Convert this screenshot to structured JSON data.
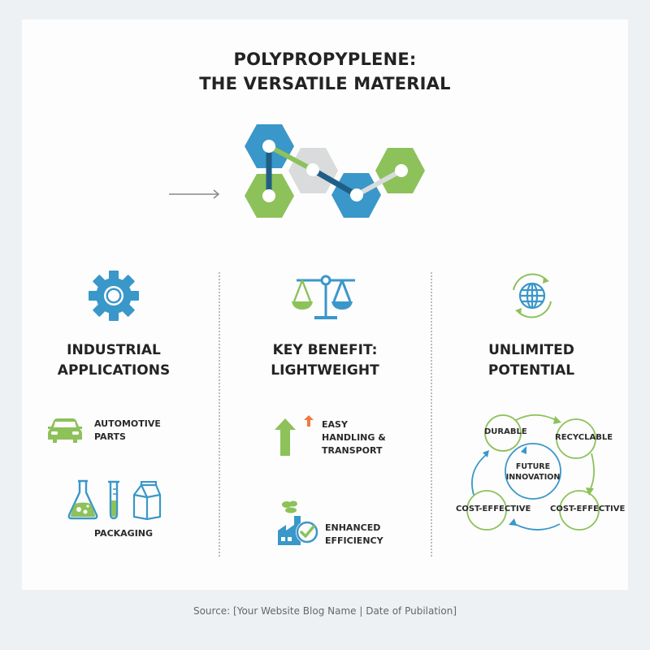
{
  "title": {
    "line1": "POLYPROPYPLENE:",
    "line2": "THE VERSATILE MATERIAL"
  },
  "hero": {
    "icon": "molecule-hexagon-chain-icon",
    "arrow_icon": "arrow-right-icon"
  },
  "colors": {
    "blue": "#3a97c9",
    "dark_blue": "#1f5f86",
    "green": "#8dc15a",
    "gray": "#d9dbdd",
    "orange": "#f07a3a",
    "background": "#eef1f4",
    "card": "#fdfdfd"
  },
  "columns": [
    {
      "icon": "gear-icon",
      "heading_line1": "INDUSTRIAL",
      "heading_line2": "APPLICATIONS",
      "items": [
        {
          "icon": "car-icon",
          "line1": "AUTOMOTIVE",
          "line2": "PARTS"
        },
        {
          "icons": [
            "flask-icon",
            "test-tube-icon",
            "milk-carton-icon"
          ],
          "label": "PACKAGING"
        }
      ]
    },
    {
      "icon": "balance-scale-icon",
      "heading_line1": "KEY BENEFIT:",
      "heading_line2": "LIGHTWEIGHT",
      "items": [
        {
          "icon": "up-arrow-icon",
          "line1": "EASY",
          "line2": "HANDLING &",
          "line3": "TRANSPORT"
        },
        {
          "icon": "factory-check-icon",
          "line1": "ENHANCED",
          "line2": "EFFICIENCY"
        }
      ]
    },
    {
      "icon": "globe-refresh-icon",
      "heading_line1": "UNLIMITED",
      "heading_line2": "POTENTIAL",
      "cycle": {
        "center_line1": "FUTURE",
        "center_line2": "INNOVATION",
        "nodes": [
          "DURABLE",
          "RECYCLABLE",
          "COST-EFFECTIVE",
          "COST-EFFECTIVE"
        ]
      }
    }
  ],
  "footer": {
    "source": "Source: [Your Website Blog Name | Date of Pubilation]"
  }
}
